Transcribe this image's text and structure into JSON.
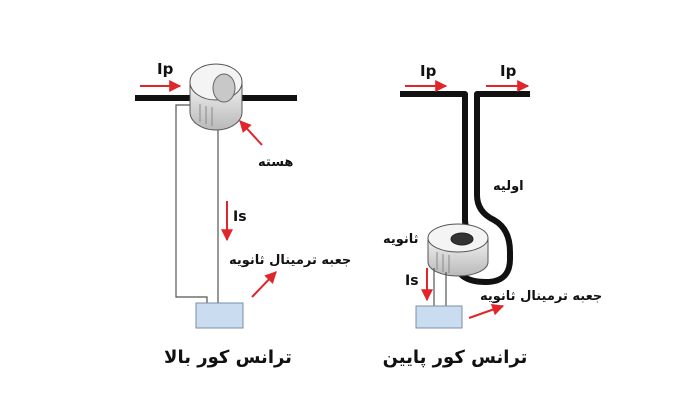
{
  "left": {
    "title": "ترانس کور بالا",
    "primary_current": "Ip",
    "secondary_current": "Is",
    "core_label": "هسته",
    "terminal_label": "جعبه ترمینال ثانویه"
  },
  "right": {
    "title": "ترانس کور پایین",
    "primary_current_a": "Ip",
    "primary_current_b": "Ip",
    "secondary_current": "Is",
    "primary_label": "اولیه",
    "secondary_label": "ثانویه",
    "terminal_label": "جعبه ترمینال ثانویه"
  },
  "colors": {
    "arrow": "#e0262b",
    "conductor": "#111111",
    "terminal_box": "#c9dcf0",
    "wire": "#555555"
  }
}
